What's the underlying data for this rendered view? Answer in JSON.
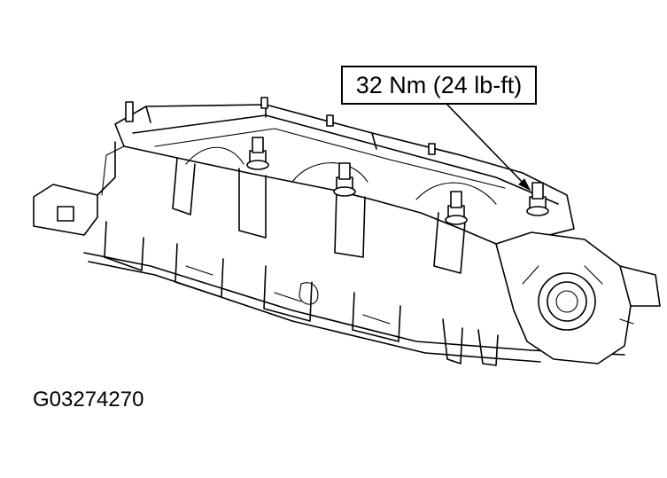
{
  "callout": {
    "torque_spec": "32 Nm (24 lb-ft)"
  },
  "figure": {
    "id": "G03274270"
  },
  "icons": {
    "drawing": "intake-manifold-drawing",
    "bolt": "bolt-icon"
  },
  "colors": {
    "line": "#000000",
    "background": "#ffffff"
  }
}
